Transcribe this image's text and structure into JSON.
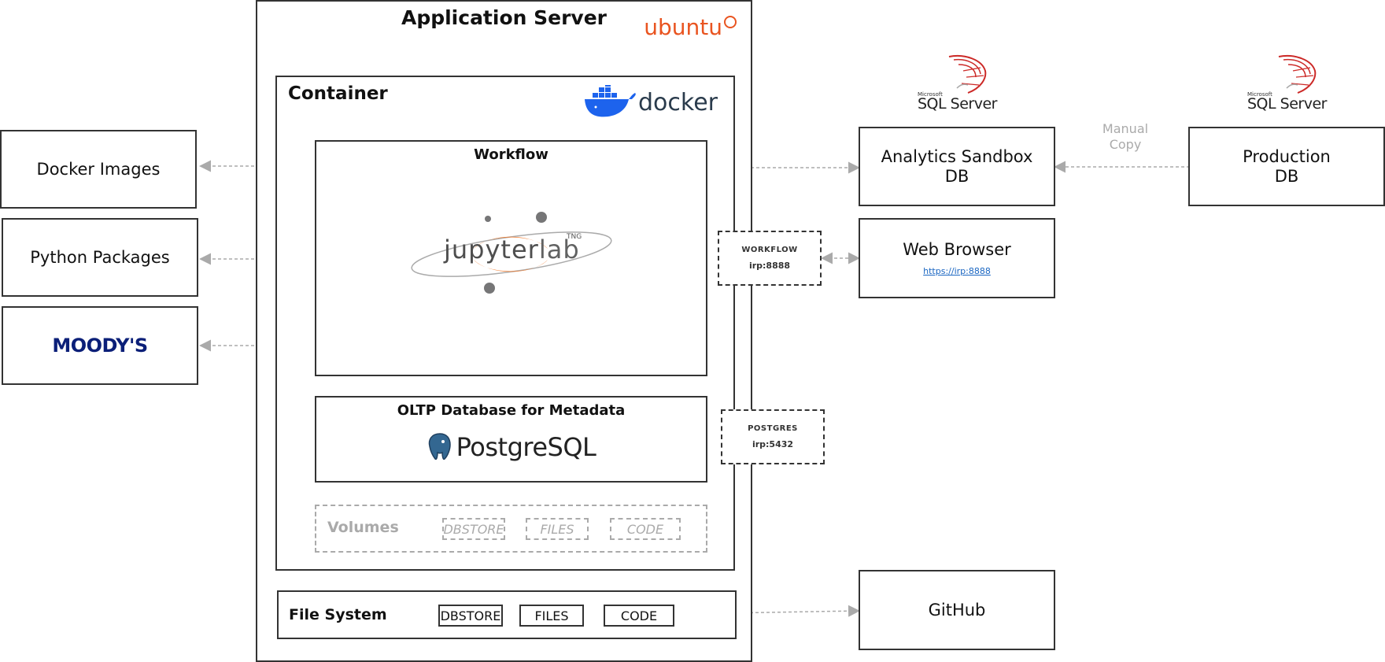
{
  "app_server": {
    "title": "Application Server",
    "os_logo": "ubuntu"
  },
  "container": {
    "title": "Container",
    "logo": "docker"
  },
  "workflow": {
    "title": "Workflow",
    "logo_main": "jupyter",
    "logo_sub": "lab",
    "logo_tag": "TNG"
  },
  "oltp": {
    "title": "OLTP Database for Metadata",
    "logo": "PostgreSQL"
  },
  "volumes": {
    "title": "Volumes",
    "items": [
      "DBSTORE",
      "FILES",
      "CODE"
    ]
  },
  "filesystem": {
    "title": "File System",
    "items": [
      "DBSTORE",
      "FILES",
      "CODE"
    ]
  },
  "left": {
    "docker_images": "Docker Images",
    "python_packages": "Python Packages",
    "moodys": "MOODY'S"
  },
  "ports": {
    "workflow": {
      "title": "WORKFLOW",
      "addr": "irp:8888"
    },
    "postgres": {
      "title": "POSTGRES",
      "addr": "irp:5432"
    }
  },
  "right": {
    "sandbox": {
      "line1": "Analytics Sandbox",
      "line2": "DB",
      "logo_small": "Microsoft",
      "logo": "SQL Server"
    },
    "production": {
      "line1": "Production",
      "line2": "DB",
      "logo_small": "Microsoft",
      "logo": "SQL Server"
    },
    "manual_copy": {
      "line1": "Manual",
      "line2": "Copy"
    },
    "browser": {
      "title": "Web Browser",
      "link": "https://irp:8888"
    },
    "github": "GitHub"
  },
  "colors": {
    "ubuntu": "#e95420",
    "docker": "#1d63ed",
    "jupyter": "#f37726",
    "moodys": "#0b1f78",
    "sqlserver": "#cc2927",
    "link": "#1a66c2",
    "arrow": "#aaaaaa"
  }
}
